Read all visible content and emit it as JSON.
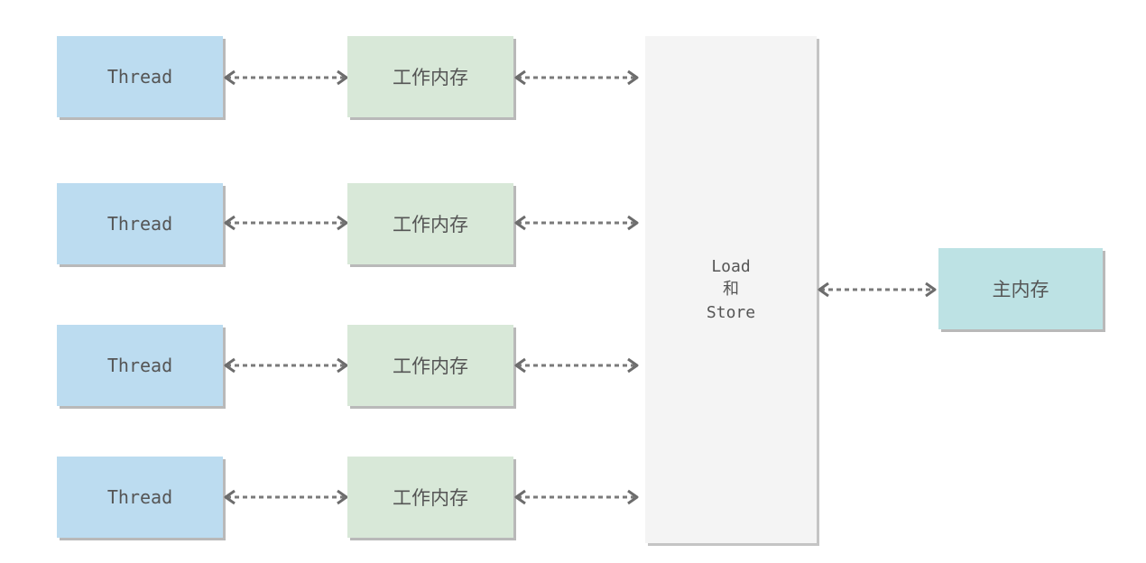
{
  "rows": [
    {
      "thread_label": "Thread",
      "work_memory_label": "工作内存"
    },
    {
      "thread_label": "Thread",
      "work_memory_label": "工作内存"
    },
    {
      "thread_label": "Thread",
      "work_memory_label": "工作内存"
    },
    {
      "thread_label": "Thread",
      "work_memory_label": "工作内存"
    }
  ],
  "load_store": {
    "line1": "Load",
    "line2": "和",
    "line3": "Store"
  },
  "main_memory": {
    "label": "主内存"
  },
  "colors": {
    "thread_fill": "#bcdcf0",
    "work_memory_fill": "#d8e8d8",
    "load_store_fill": "#f4f4f4",
    "main_memory_fill": "#bde2e4",
    "arrow": "#7a7a7a",
    "text": "#555555"
  }
}
